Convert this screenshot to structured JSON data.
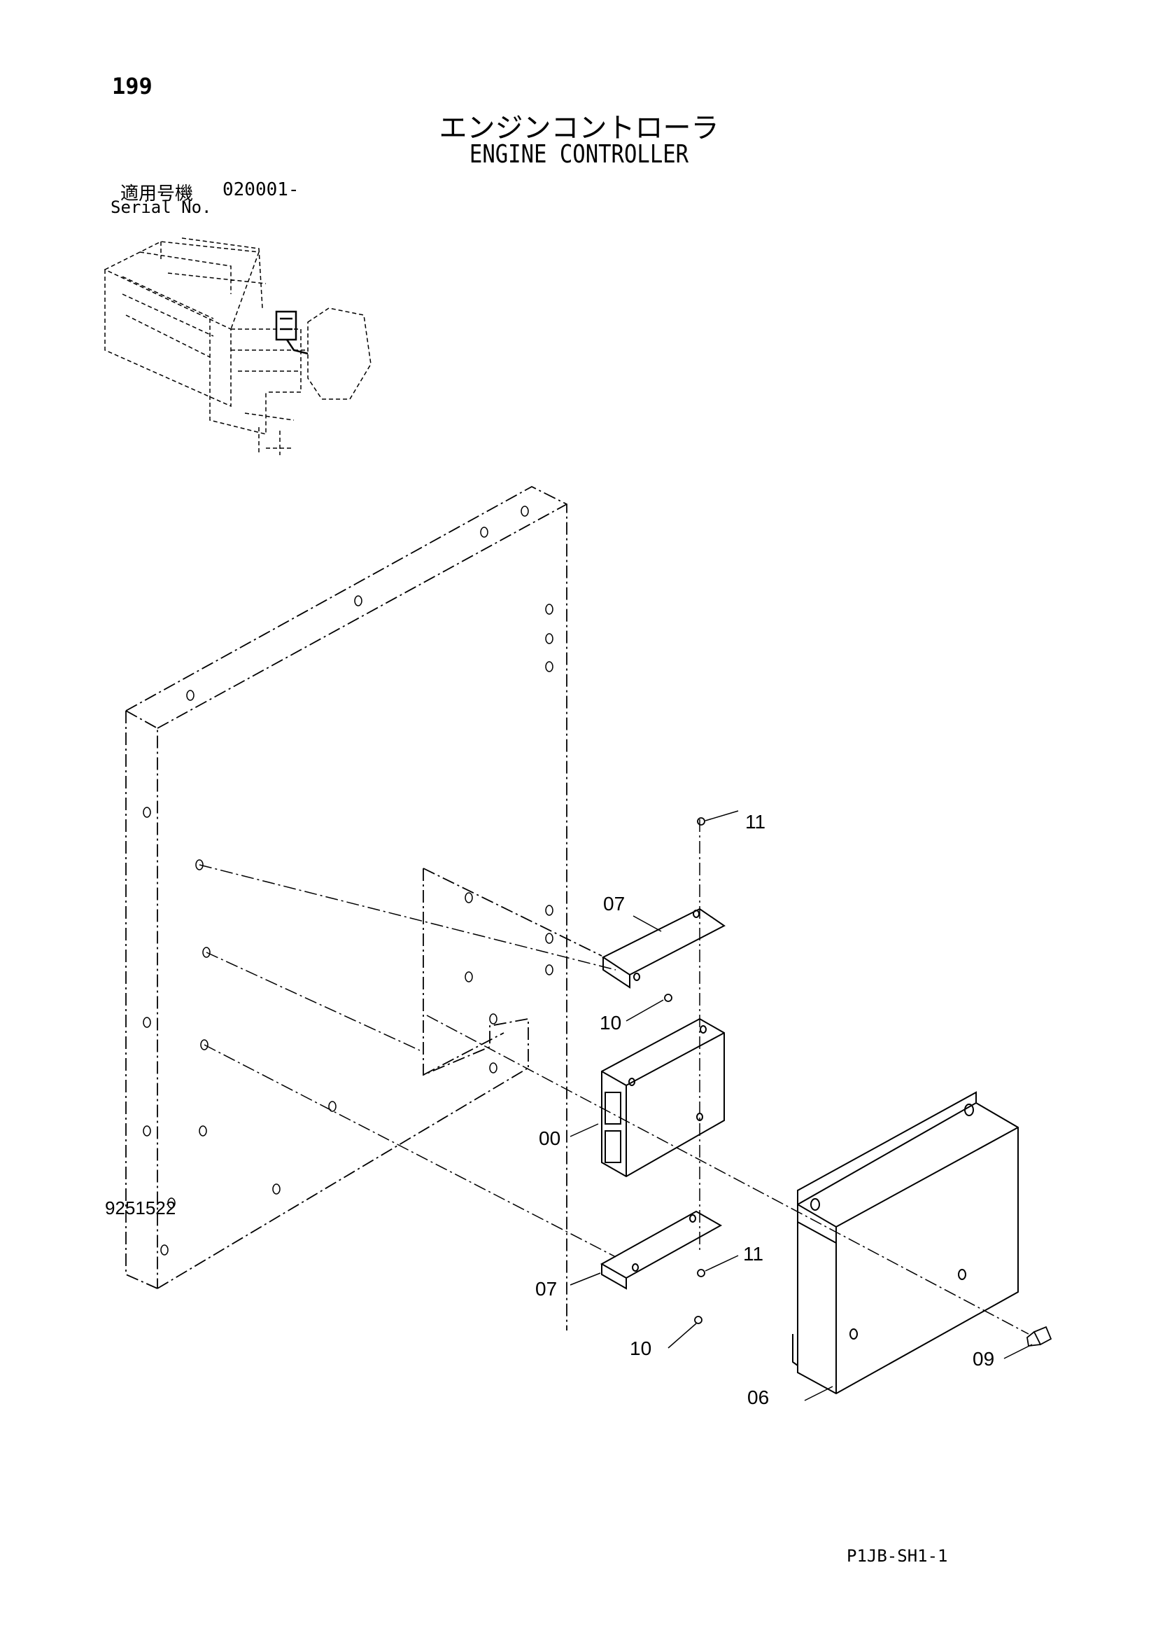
{
  "header": {
    "page_number": "199",
    "title_jp": "エンジンコントローラ",
    "title_en": "ENGINE CONTROLLER",
    "serial_label_jp": "適用号機",
    "serial_value": "020001-",
    "serial_label_en": "Serial No."
  },
  "callouts": [
    "11",
    "07",
    "10",
    "00",
    "11",
    "07",
    "10",
    "06",
    "09"
  ],
  "footer": {
    "document_number": "9251522",
    "sheet_id": "P1JB-SH1-1"
  }
}
